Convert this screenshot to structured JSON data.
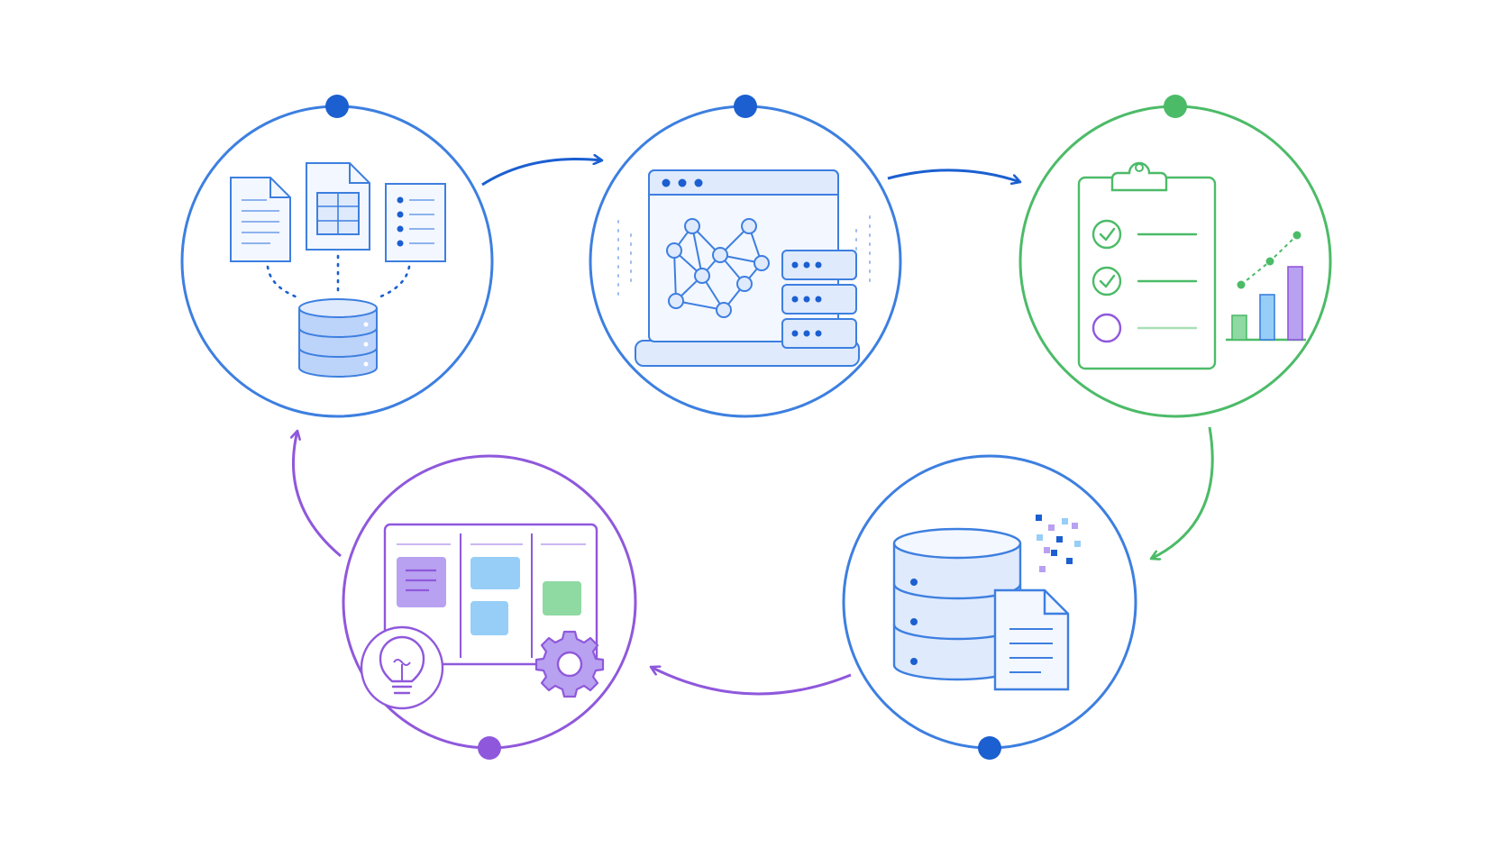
{
  "diagram": {
    "type": "cycle",
    "colors": {
      "blue": "#3d7fe0",
      "blue_dark": "#1b5fd1",
      "blue_light_fill": "#dfeafd",
      "blue_mid_fill": "#bcd3fa",
      "green": "#4cbb68",
      "green_fill": "#8fd9a2",
      "purple": "#8f58dc",
      "purple_fill": "#b8a1f0",
      "sky_fill": "#97cef7"
    },
    "stages": [
      {
        "id": "data-sources",
        "ring_color": "blue",
        "node_color": "blue_dark",
        "icons": [
          "text-document-icon",
          "spreadsheet-document-icon",
          "list-document-icon",
          "database-icon"
        ]
      },
      {
        "id": "model-processing",
        "ring_color": "blue",
        "node_color": "blue_dark",
        "icons": [
          "browser-window-icon",
          "neural-network-icon",
          "server-stack-icon"
        ]
      },
      {
        "id": "evaluation",
        "ring_color": "green",
        "node_color": "green",
        "icons": [
          "clipboard-checklist-icon",
          "bar-chart-icon"
        ]
      },
      {
        "id": "data-storage",
        "ring_color": "blue",
        "node_color": "blue_dark",
        "icons": [
          "database-icon",
          "document-icon",
          "pixel-data-icon"
        ]
      },
      {
        "id": "planning",
        "ring_color": "purple",
        "node_color": "purple",
        "icons": [
          "kanban-board-icon",
          "lightbulb-icon",
          "gear-icon"
        ]
      }
    ],
    "connections": [
      {
        "from": "data-sources",
        "to": "model-processing",
        "color": "blue_dark"
      },
      {
        "from": "model-processing",
        "to": "evaluation",
        "color": "blue_dark"
      },
      {
        "from": "evaluation",
        "to": "data-storage",
        "color": "green"
      },
      {
        "from": "data-storage",
        "to": "planning",
        "color": "purple"
      },
      {
        "from": "planning",
        "to": "data-sources",
        "color": "purple"
      }
    ]
  }
}
